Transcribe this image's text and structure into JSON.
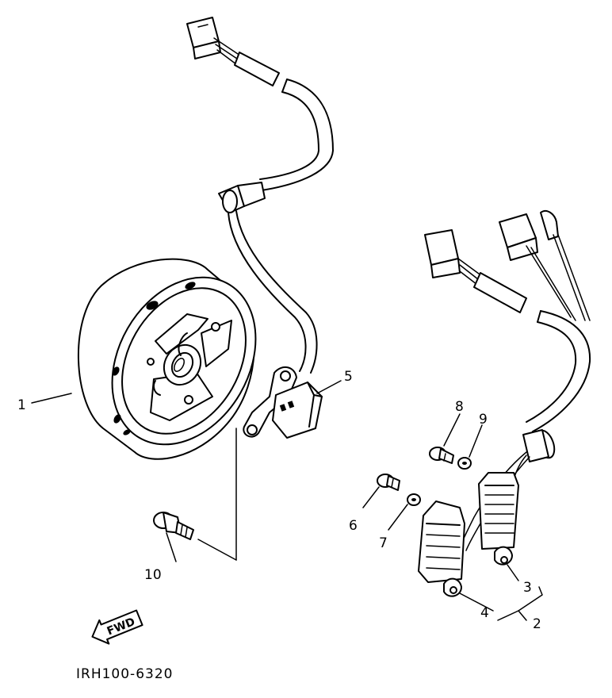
{
  "callouts": {
    "c1": "1",
    "c2": "2",
    "c3": "3",
    "c4": "4",
    "c5": "5",
    "c6": "6",
    "c7": "7",
    "c8": "8",
    "c9": "9",
    "c10": "10"
  },
  "fwd_label": "FWD",
  "drawing_code": "IRH100-6320"
}
